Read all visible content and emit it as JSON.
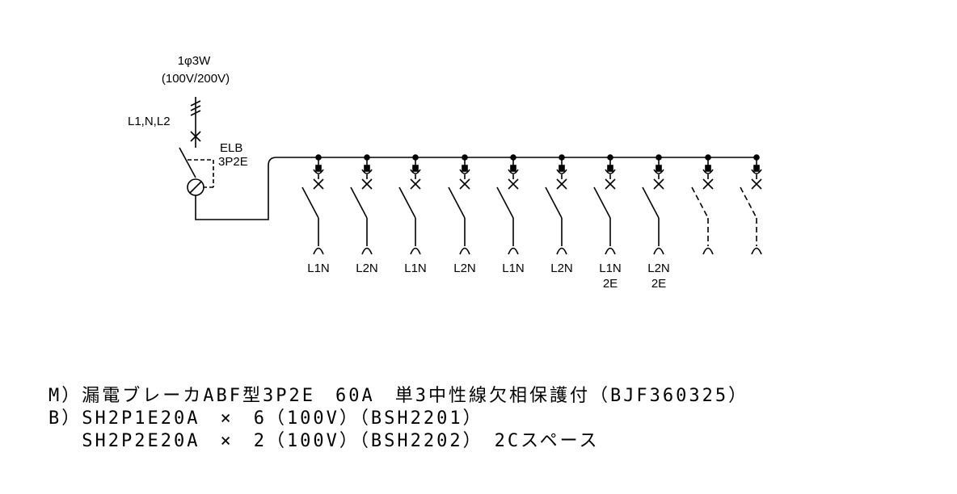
{
  "supply": {
    "system": "1φ3W",
    "voltage": "(100V/200V)",
    "conductors": "L1,N,L2"
  },
  "main_breaker": {
    "type": "ELB",
    "poles": "3P2E"
  },
  "branches": [
    {
      "label_line1": "L1N",
      "label_line2": "",
      "spare": false
    },
    {
      "label_line1": "L2N",
      "label_line2": "",
      "spare": false
    },
    {
      "label_line1": "L1N",
      "label_line2": "",
      "spare": false
    },
    {
      "label_line1": "L2N",
      "label_line2": "",
      "spare": false
    },
    {
      "label_line1": "L1N",
      "label_line2": "",
      "spare": false
    },
    {
      "label_line1": "L2N",
      "label_line2": "",
      "spare": false
    },
    {
      "label_line1": "L1N",
      "label_line2": "2E",
      "spare": false
    },
    {
      "label_line1": "L2N",
      "label_line2": "2E",
      "spare": false
    },
    {
      "label_line1": "",
      "label_line2": "",
      "spare": true
    },
    {
      "label_line1": "",
      "label_line2": "",
      "spare": true
    }
  ],
  "notes": {
    "line1": "M）漏電ブレーカABF型3P2E　60A　単3中性線欠相保護付（BJF360325）",
    "line2": "B）SH2P1E20A　×　6（100V）（BSH2201）",
    "line3": "　 SH2P2E20A　×　2（100V）（BSH2202）　2Cスペース"
  }
}
